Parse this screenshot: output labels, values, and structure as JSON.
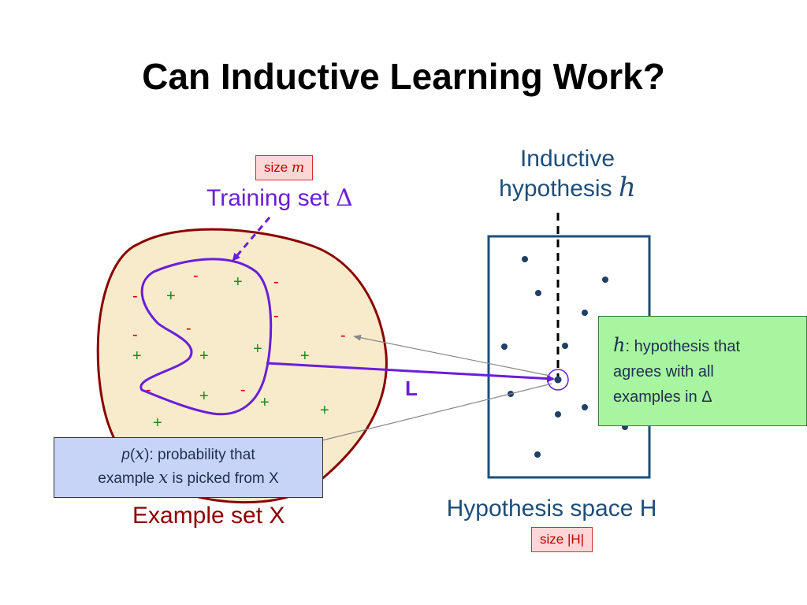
{
  "slide": {
    "title": "Can Inductive Learning Work?"
  },
  "training": {
    "size_prefix": "size ",
    "size_var": "m",
    "label_text": "Training set ",
    "label_symbol": "Δ"
  },
  "hypothesis": {
    "label_line1": "Inductive",
    "label_line2_text": "hypothesis ",
    "label_symbol": "h",
    "description_symbol": "h",
    "description_line1": ": hypothesis that",
    "description_line2": "agrees with all",
    "description_line3": "examples in ",
    "description_delta": "Δ"
  },
  "learner": {
    "label": "L"
  },
  "probability": {
    "p": "p",
    "open": "(",
    "x1": "x",
    "line1_rest": "): probability that",
    "line2_pre": "example ",
    "x2": "x",
    "line2_rest": " is picked from X"
  },
  "example_set": {
    "label": "Example set X"
  },
  "hypothesis_space": {
    "label": "Hypothesis space H",
    "size_label": "size |H|"
  },
  "signs": {
    "plus": "+",
    "minus": "-"
  },
  "colors": {
    "plus": "#1a8a1a",
    "minus": "#cc0000",
    "purple": "#6a1ed9",
    "navy": "#1f4e79",
    "blob_fill": "#f8ebcc",
    "blob_stroke": "#8b0000"
  }
}
